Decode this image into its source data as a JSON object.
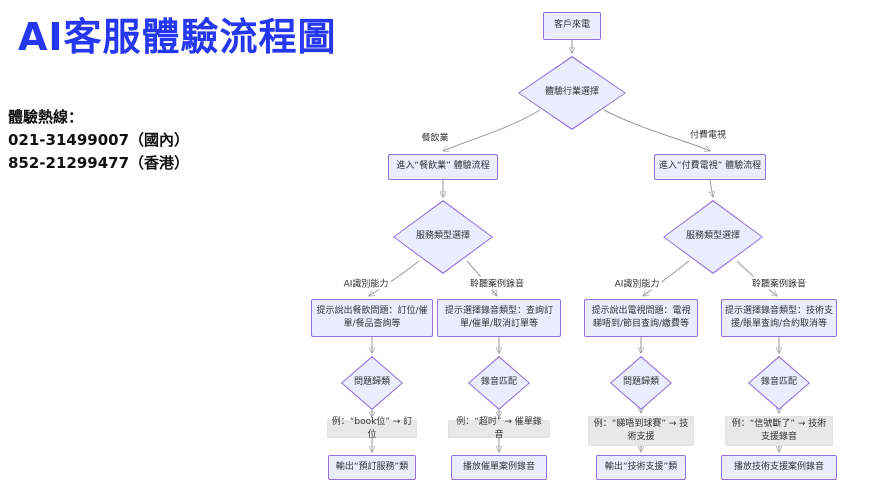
{
  "title": "AI客服體驗流程圖",
  "hotline": {
    "label": "體驗熱線：",
    "domestic": "021-31499007（國內）",
    "hongkong": "852-21299477（香港）"
  },
  "flowchart": {
    "nodes": {
      "start": "客戶來電",
      "industry_select": "體驗行業選擇",
      "enter_restaurant": "進入“餐飲業” 體驗流程",
      "enter_paytv": "進入“付費電視” 體驗流程",
      "service_type_left": "服務類型選擇",
      "service_type_right": "服務類型選擇",
      "prompt_restaurant": "提示說出餐飲問題：訂位/催單/餐品查詢等",
      "prompt_recording_left": "提示選擇錄音類型：查詢訂單/催單/取消訂單等",
      "prompt_tv": "提示說出電視問題：電視睇唔到/節目查詢/繳費等",
      "prompt_recording_right": "提示選擇錄音類型：技術支援/賬單查詢/合約取消等",
      "classify_left": "問題歸類",
      "match_left": "錄音匹配",
      "classify_right": "問題歸類",
      "match_right": "錄音匹配",
      "example_book": "例：“book位” → 訂位",
      "example_timeout": "例：“超时” → 催單錄音",
      "example_game": "例：“睇唔到球賽” → 技術支援",
      "example_signal": "例：“信號斷了” → 技術支援錄音",
      "output_booking": "輸出“預訂服務”類",
      "play_urge": "播放催單案例錄音",
      "output_tech": "輸出“技術支援”類",
      "play_tech": "播放技術支援案例錄音"
    },
    "edge_labels": {
      "restaurant": "餐飲業",
      "paytv": "付費電視",
      "ai_left": "AI識別能力",
      "listen_left": "聆聽案例錄音",
      "ai_right": "AI識別能力",
      "listen_right": "聆聽案例錄音"
    }
  },
  "colors": {
    "title_blue": "#2538f0",
    "node_fill": "#ECECFF",
    "node_border": "#9370DB",
    "example_fill": "#e8e8e8",
    "edge_line": "#999999"
  }
}
